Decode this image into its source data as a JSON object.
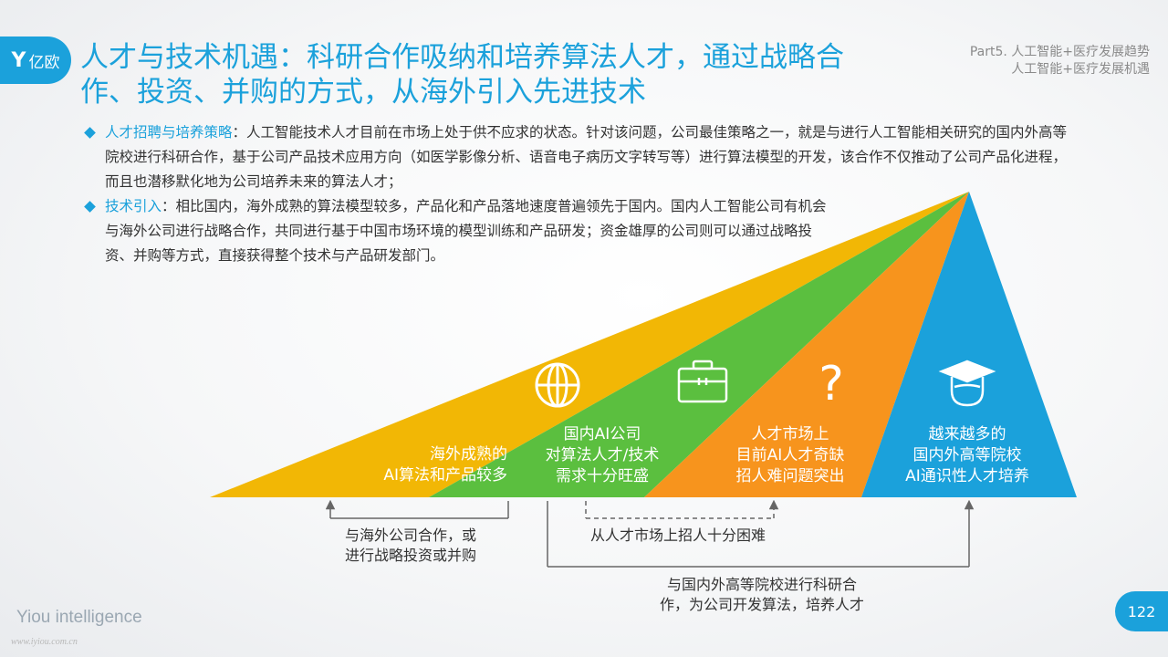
{
  "header": {
    "logo_mark": "Y",
    "logo_text": "亿欧",
    "title_line1": "人才与技术机遇：科研合作吸纳和培养算法人才，通过战略合",
    "title_line2": "作、投资、并购的方式，从海外引入先进技术",
    "part_line1": "Part5. 人工智能+医疗发展趋势",
    "part_line2": "人工智能+医疗发展机遇"
  },
  "bullets": [
    {
      "keyword": "人才招聘与培养策略",
      "text": "：人工智能技术人才目前在市场上处于供不应求的状态。针对该问题，公司最佳策略之一，就是与进行人工智能相关研究的国内外高等院校进行科研合作，基于公司产品技术应用方向（如医学影像分析、语音电子病历文字转写等）进行算法模型的开发，该合作不仅推动了公司产品化进程，而且也潜移默化地为公司培养未来的算法人才；"
    },
    {
      "keyword": "技术引入",
      "text": "：相比国内，海外成熟的算法模型较多，产品化和产品落地速度普遍领先于国内。国内人工智能公司有机会与海外公司进行战略合作，共同进行基于中国市场环境的模型训练和产品研发；资金雄厚的公司则可以通过战略投资、并购等方式，直接获得整个技术与产品研发部门。"
    }
  ],
  "diagram": {
    "segments": [
      {
        "lines": [
          "海外成熟的",
          "AI算法和产品较多"
        ],
        "color": "#f2b705",
        "icon": "none"
      },
      {
        "lines": [
          "国内AI公司",
          "对算法人才/技术",
          "需求十分旺盛"
        ],
        "color": "#5bbf3f",
        "icon": "globe-icon"
      },
      {
        "lines": [
          "人才市场上",
          "目前AI人才奇缺",
          "招人难问题突出"
        ],
        "color": "#f7941d",
        "icon": "question-icon"
      },
      {
        "lines": [
          "越来越多的",
          "国内外高等院校",
          "AI通识性人才培养"
        ],
        "color": "#1ba1db",
        "icon": "graduate-icon"
      }
    ],
    "briefcase_icon": "briefcase-icon",
    "notes": {
      "overseas": [
        "与海外公司合作，或",
        "进行战略投资或并购"
      ],
      "talent_market": "从人才市场上招人十分困难",
      "university": [
        "与国内外高等院校进行科研合",
        "作，为公司开发算法，培养人才"
      ]
    }
  },
  "footer": {
    "brand": "Yiou intelligence",
    "url": "www.iyiou.com.cn",
    "page": "122"
  }
}
